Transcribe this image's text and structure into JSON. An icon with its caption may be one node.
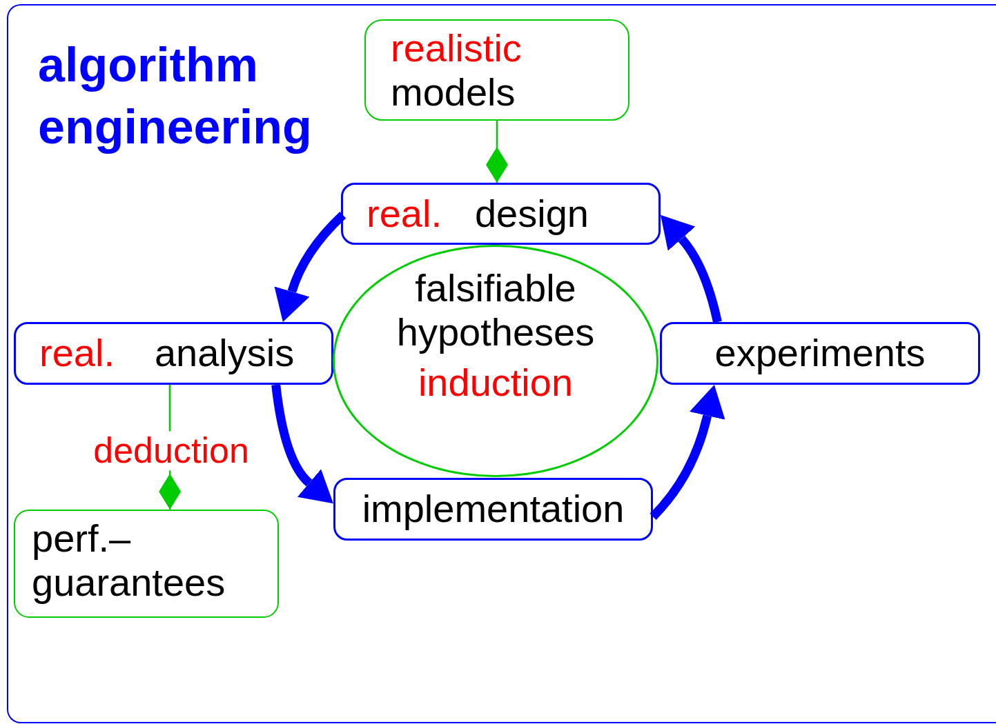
{
  "diagram": {
    "title": "algorithm engineering",
    "nodes": [
      {
        "text": [
          "realistic",
          "models"
        ]
      },
      {
        "text": [
          "real.",
          "design"
        ]
      },
      {
        "text": [
          "real.",
          "analysis"
        ]
      },
      {
        "text": [
          "falsifiable hypotheses",
          "induction"
        ]
      },
      {
        "text": [
          "experiments"
        ]
      },
      {
        "text": [
          "implementation"
        ]
      },
      {
        "text": [
          "perf.– guarantees"
        ]
      }
    ],
    "edges": [
      {
        "from": 0,
        "to": 1,
        "arrow": "other",
        "color": "#00cc00"
      },
      {
        "from": 1,
        "to": 2,
        "arrow": "to"
      },
      {
        "from": 2,
        "to": 5,
        "arrow": "to"
      },
      {
        "from": 5,
        "to": 4,
        "arrow": "to"
      },
      {
        "from": 4,
        "to": 1,
        "arrow": "to"
      },
      {
        "from": 2,
        "to": 6,
        "arrow": "other",
        "label": "deduction",
        "color": "#00cc00"
      }
    ]
  }
}
